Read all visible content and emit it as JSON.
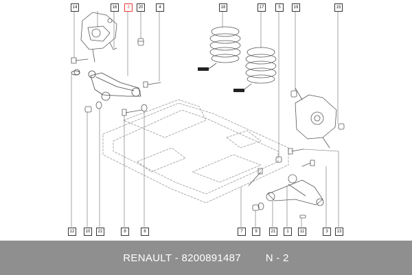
{
  "footer": {
    "brand": "RENAULT",
    "separator": " - ",
    "part_number": "8200891487",
    "page": "N - 2",
    "background_color": "#8f8f8f"
  },
  "highlight_color": "#e53935",
  "callouts": {
    "c14": "14",
    "c16": "16",
    "c2": "2",
    "c20": "20",
    "c4": "4",
    "c18": "18",
    "c17": "17",
    "c5": "5",
    "c19": "19",
    "c15": "15",
    "c12": "12",
    "c10": "10",
    "c22": "22",
    "c8": "8",
    "c6": "6",
    "c7": "7",
    "c9": "9",
    "c21": "21",
    "c1": "1",
    "c11": "11",
    "c3": "3",
    "c13": "13"
  }
}
